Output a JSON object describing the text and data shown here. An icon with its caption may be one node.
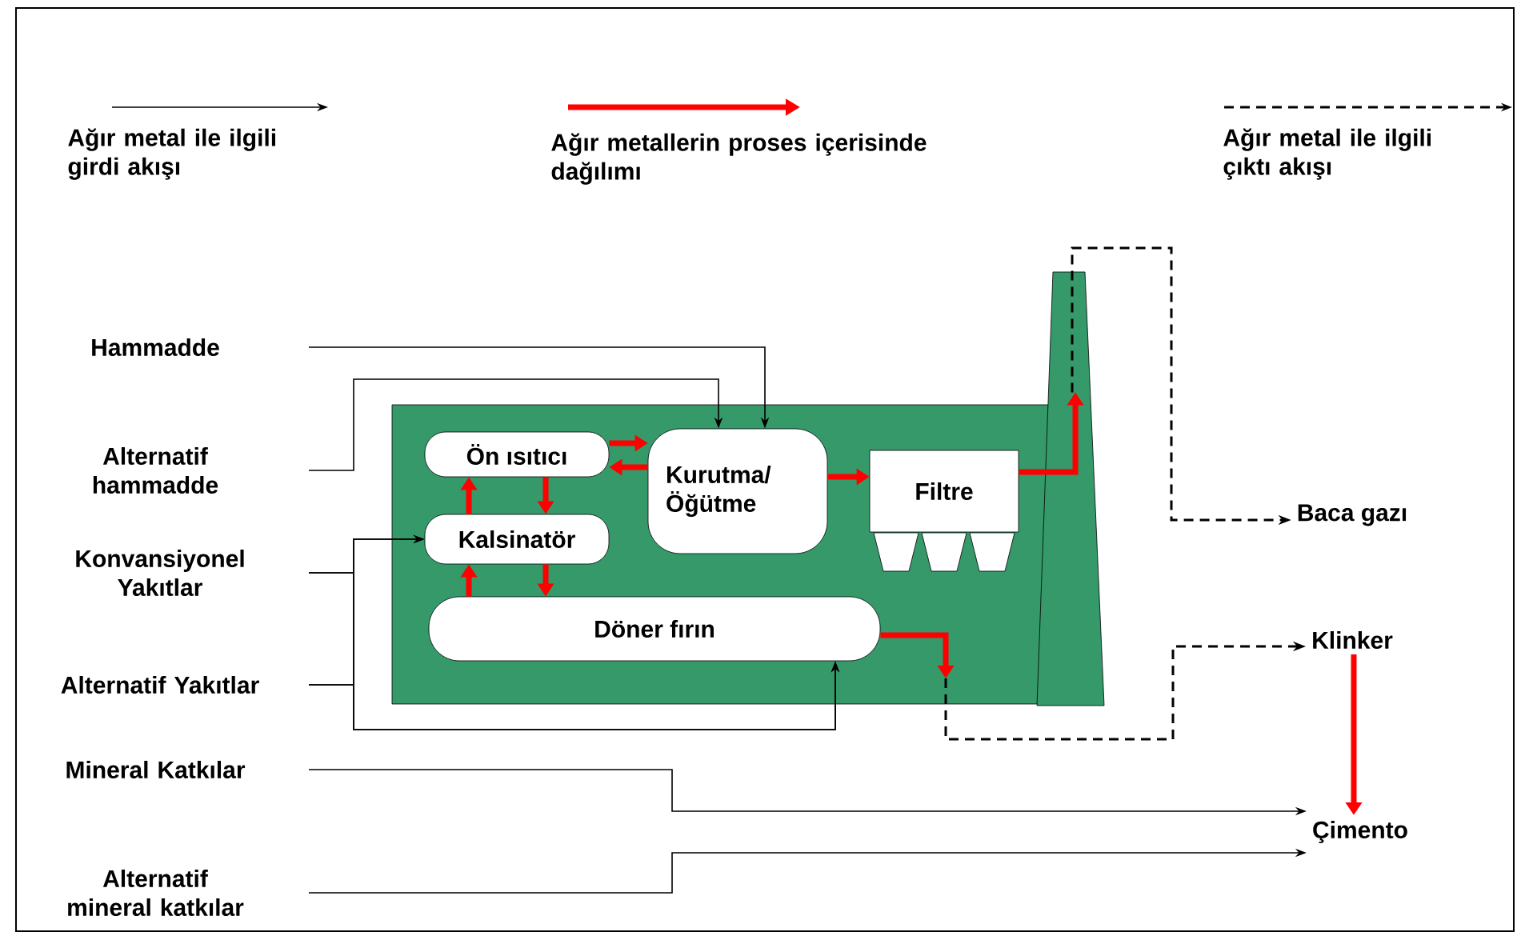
{
  "diagram": {
    "nodes": [
      {
        "text": [
          "Hammadde"
        ]
      },
      {
        "text": [
          "Alternatif hammadde"
        ]
      },
      {
        "text": [
          "Konvansiyonel Yakıtlar"
        ]
      },
      {
        "text": [
          "Alternatif Yakıtlar"
        ]
      },
      {
        "text": [],
        "shape": "box"
      },
      {
        "text": [
          "Ön ısıtıcı"
        ],
        "in": 4
      },
      {
        "text": [
          "Kurutma/ Öğütme"
        ],
        "in": 4
      },
      {
        "text": [
          "Filtre"
        ],
        "in": 4
      },
      {
        "text": [
          "Kalsinatör"
        ],
        "in": 4
      },
      {
        "text": [
          "Döner fırın"
        ],
        "in": 4
      },
      {
        "text": [],
        "shape": "chimney"
      },
      {
        "text": [
          "Baca gazı"
        ]
      },
      {
        "text": [
          "Klinker"
        ]
      },
      {
        "text": [
          "Mineral Katkılar"
        ]
      },
      {
        "text": [
          "Alternatif mineral katkılar"
        ]
      },
      {
        "text": [
          "Çimento"
        ]
      }
    ],
    "edges": [
      {
        "from": 0,
        "to": 6,
        "arrow": "to",
        "color": "#000000"
      },
      {
        "from": 1,
        "to": 6,
        "arrow": "to",
        "color": "#000000"
      },
      {
        "from": 2,
        "to": 8,
        "arrow": "to",
        "color": "#000000"
      },
      {
        "from": 2,
        "to": 9,
        "arrow": "to",
        "color": "#000000"
      },
      {
        "from": 3,
        "to": 8,
        "arrow": "to",
        "color": "#000000"
      },
      {
        "from": 3,
        "to": 9,
        "arrow": "to",
        "color": "#000000"
      },
      {
        "from": 5,
        "to": 6,
        "arrow": "to",
        "style": "thick",
        "color": "#ff0000"
      },
      {
        "from": 6,
        "to": 5,
        "arrow": "to",
        "style": "thick",
        "color": "#ff0000"
      },
      {
        "from": 5,
        "to": 8,
        "arrow": "to",
        "style": "thick",
        "color": "#ff0000"
      },
      {
        "from": 8,
        "to": 5,
        "arrow": "to",
        "style": "thick",
        "color": "#ff0000"
      },
      {
        "from": 8,
        "to": 9,
        "arrow": "to",
        "style": "thick",
        "color": "#ff0000"
      },
      {
        "from": 9,
        "to": 8,
        "arrow": "to",
        "style": "thick",
        "color": "#ff0000"
      },
      {
        "from": 6,
        "to": 7,
        "arrow": "to",
        "style": "thick",
        "color": "#ff0000"
      },
      {
        "from": 7,
        "to": 10,
        "arrow": "to",
        "style": "thick",
        "color": "#ff0000"
      },
      {
        "from": 9,
        "to": null,
        "arrow": "to",
        "style": "thick",
        "color": "#ff0000"
      },
      {
        "from": null,
        "to": 12,
        "arrow": "to",
        "style": "dashed",
        "color": "#000000"
      },
      {
        "from": 10,
        "to": 11,
        "arrow": "to",
        "style": "dashed",
        "color": "#000000"
      },
      {
        "from": 12,
        "to": 15,
        "arrow": "to",
        "style": "thick",
        "color": "#ff0000"
      },
      {
        "from": 13,
        "to": 15,
        "arrow": "to",
        "color": "#000000"
      },
      {
        "from": 14,
        "to": 15,
        "arrow": "to",
        "color": "#000000"
      }
    ],
    "legend": [
      {
        "text": "Ağır metal ile ilgili girdi akışı"
      },
      {
        "text": "Ağır metallerin proses içerisinde dağılımı"
      },
      {
        "text": "Ağır metal ile ilgili çıktı akışı"
      }
    ]
  }
}
